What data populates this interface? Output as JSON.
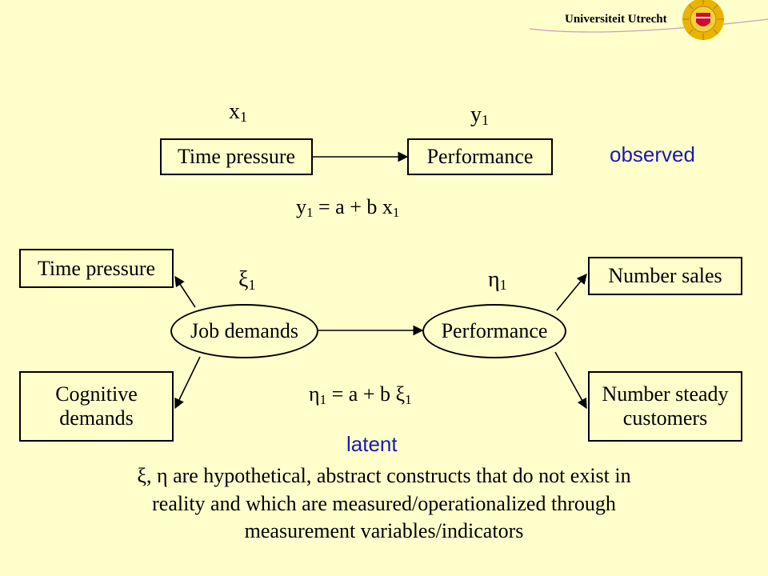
{
  "header": {
    "university_name": "Universiteit Utrecht",
    "seal_icon": "sun-seal-icon"
  },
  "observed_model": {
    "x_symbol": "x",
    "x_sub": "1",
    "y_symbol": "y",
    "y_sub": "1",
    "box_left": "Time pressure",
    "box_right": "Performance",
    "label": "observed",
    "equation": {
      "lhs": "y",
      "lhs_sub": "1",
      "rhs": " = a + b x",
      "rhs_sub": "1"
    }
  },
  "latent_model": {
    "xi_symbol": "ξ",
    "xi_sub": "1",
    "eta_symbol": "η",
    "eta_sub": "1",
    "ellipse_left": "Job demands",
    "ellipse_right": "Performance",
    "indicator_tl": "Time pressure",
    "indicator_bl_line1": "Cognitive",
    "indicator_bl_line2": "demands",
    "indicator_tr": "Number sales",
    "indicator_br_line1": "Number steady",
    "indicator_br_line2": "customers",
    "label": "latent",
    "equation": {
      "lhs": "η",
      "lhs_sub": "1",
      "rhs": " = a + b ξ",
      "rhs_sub": "1"
    }
  },
  "footnote": {
    "line1": "ξ, η are hypothetical, abstract constructs that do not exist in",
    "line2": "reality and which are measured/operationalized through",
    "line3": "measurement variables/indicators"
  },
  "colors": {
    "background": "#FFFFCC",
    "accent_text": "#1A1AB3",
    "logo_red": "#C8102E",
    "logo_gold": "#E8B400"
  }
}
